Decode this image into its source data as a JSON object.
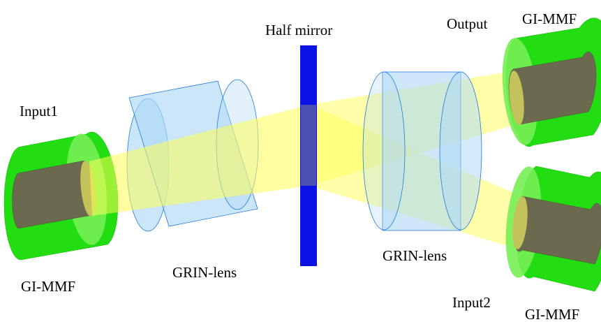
{
  "labels": {
    "half_mirror": "Half mirror",
    "output": "Output",
    "gi_mmf_top_right": "GI-MMF",
    "input1": "Input1",
    "gi_mmf_left": "GI-MMF",
    "grin_lens_left": "GRIN-lens",
    "grin_lens_right": "GRIN-lens",
    "input2": "Input2",
    "gi_mmf_bottom_right": "GI-MMF"
  },
  "colors": {
    "fiber_jacket": "#22dd11",
    "fiber_jacket_face": "#77ee55",
    "fiber_core": "#6b6a4f",
    "core_face": "#c4c25a",
    "grin_lens": "#aed8f5",
    "grin_lens_edge": "#1f78e0",
    "half_mirror": "#0a12e6",
    "beam": "#ffff55"
  }
}
